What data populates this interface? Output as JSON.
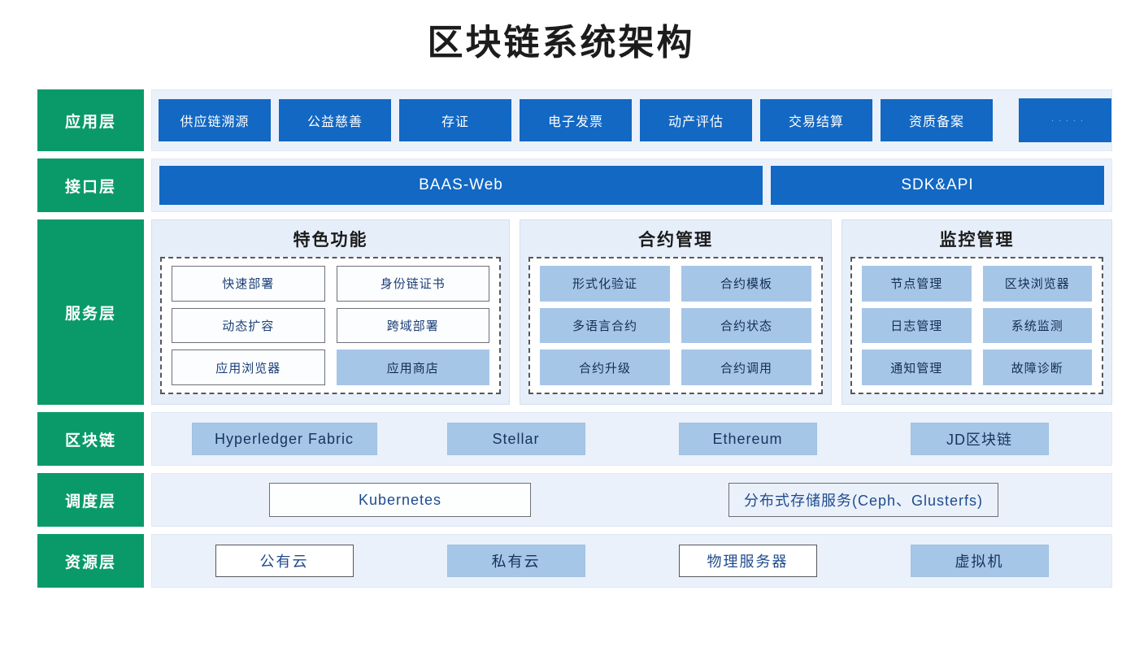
{
  "title": "区块链系统架构",
  "colors": {
    "layer_label_green": "#0a9a69",
    "primary_blue": "#1268c3",
    "light_blue_chip": "#a6c6e8",
    "panel_bg": "#eaf1fa",
    "group_bg": "#e6eef9",
    "text_blue": "#1f4b8e"
  },
  "layers": [
    {
      "label": "应用层",
      "items": [
        "供应链溯源",
        "公益慈善",
        "存证",
        "电子发票",
        "动产评估",
        "交易结算",
        "资质备案"
      ],
      "partial_item": "· · · · ·"
    },
    {
      "label": "接口层",
      "items": [
        "BAAS-Web",
        "SDK&API"
      ]
    },
    {
      "label": "服务层",
      "groups": [
        {
          "title": "特色功能",
          "items": [
            {
              "label": "快速部署",
              "style": "outline"
            },
            {
              "label": "身份链证书",
              "style": "outline"
            },
            {
              "label": "动态扩容",
              "style": "outline"
            },
            {
              "label": "跨域部署",
              "style": "outline"
            },
            {
              "label": "应用浏览器",
              "style": "outline"
            },
            {
              "label": "应用商店",
              "style": "filled"
            }
          ]
        },
        {
          "title": "合约管理",
          "items": [
            {
              "label": "形式化验证",
              "style": "filled"
            },
            {
              "label": "合约模板",
              "style": "filled"
            },
            {
              "label": "多语言合约",
              "style": "filled"
            },
            {
              "label": "合约状态",
              "style": "filled"
            },
            {
              "label": "合约升级",
              "style": "filled"
            },
            {
              "label": "合约调用",
              "style": "filled"
            }
          ]
        },
        {
          "title": "监控管理",
          "items": [
            {
              "label": "节点管理",
              "style": "filled"
            },
            {
              "label": "区块浏览器",
              "style": "filled"
            },
            {
              "label": "日志管理",
              "style": "filled"
            },
            {
              "label": "系统监测",
              "style": "filled"
            },
            {
              "label": "通知管理",
              "style": "filled"
            },
            {
              "label": "故障诊断",
              "style": "filled"
            }
          ]
        }
      ]
    },
    {
      "label": "区块链",
      "items": [
        "Hyperledger Fabric",
        "Stellar",
        "Ethereum",
        "JD区块链"
      ]
    },
    {
      "label": "调度层",
      "items": [
        "Kubernetes",
        "分布式存储服务(Ceph、Glusterfs)"
      ]
    },
    {
      "label": "资源层",
      "items": [
        "公有云",
        "私有云",
        "物理服务器",
        "虚拟机"
      ]
    }
  ]
}
